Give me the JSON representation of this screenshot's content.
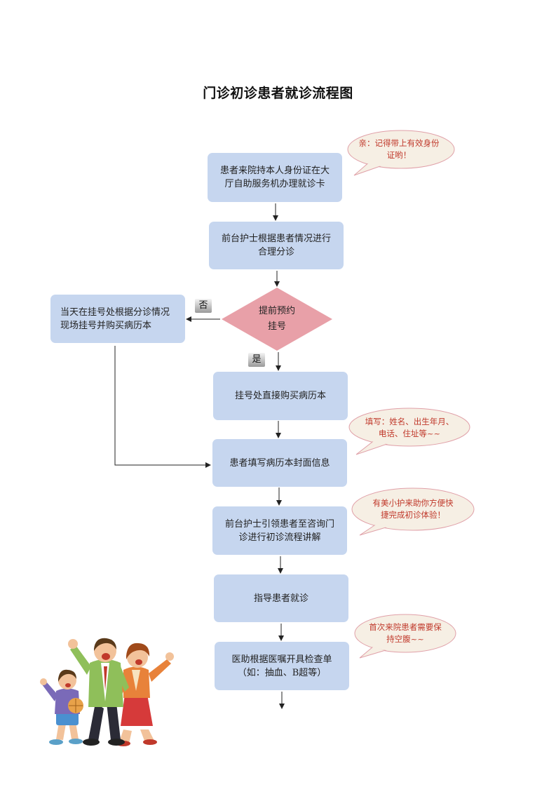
{
  "title": "门诊初诊患者就诊流程图",
  "steps": {
    "card": "患者来院持本人身份证在大厅自助服务机办理就诊卡",
    "triage": "前台护士根据患者情况进行合理分诊",
    "decision_line1": "提前预约",
    "decision_line2": "挂号",
    "walkin": "当天在挂号处根据分诊情况现场挂号并购买病历本",
    "buy_book": "挂号处直接购买病历本",
    "fill_cover": "患者填写病历本封面信息",
    "guide_clinic": "前台护士引领患者至咨询门诊进行初诊流程讲解",
    "guide_visit": "指导患者就诊",
    "exam": "医助根据医嘱开具检查单（如：抽血、B超等）"
  },
  "tags": {
    "no": "否",
    "yes": "是"
  },
  "bubbles": {
    "id_card": "亲：记得带上有效身份证哟！",
    "fill_info": "填写：姓名、出生年月、电话、住址等~~",
    "nurse_help": "有美小护来助你方便快捷完成初诊体验！",
    "fasting": "首次来院患者需要保持空腹~~"
  },
  "colors": {
    "box_fill": "#c6d6ef",
    "diamond_fill": "#e8a0a8",
    "bubble_fill": "#f6efe4",
    "bubble_stroke": "#e0a0a8",
    "bubble_text": "#c0392b"
  },
  "illustration": "cartoon-family-icon"
}
